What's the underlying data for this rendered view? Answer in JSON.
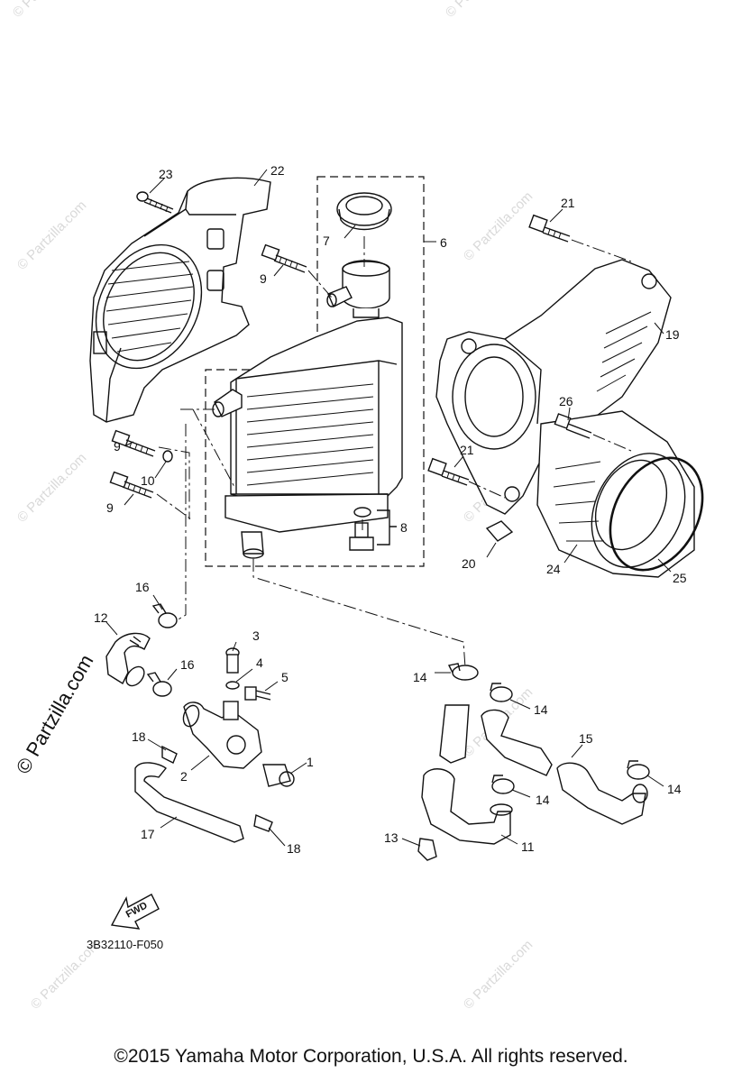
{
  "diagram": {
    "part_labels": [
      "1",
      "2",
      "3",
      "4",
      "5",
      "6",
      "7",
      "8",
      "9",
      "9",
      "9",
      "10",
      "11",
      "12",
      "13",
      "14",
      "14",
      "14",
      "14",
      "15",
      "16",
      "16",
      "17",
      "18",
      "18",
      "19",
      "20",
      "21",
      "21",
      "22",
      "23",
      "24",
      "25",
      "26"
    ],
    "diagram_code": "3B32110-F050",
    "fwd_label": "FWD"
  },
  "watermarks": {
    "side_text": "© Partzilla.com",
    "faint_text": "© Partzilla.com"
  },
  "footer": {
    "copyright": "©2015 Yamaha Motor Corporation, U.S.A. All rights reserved."
  }
}
